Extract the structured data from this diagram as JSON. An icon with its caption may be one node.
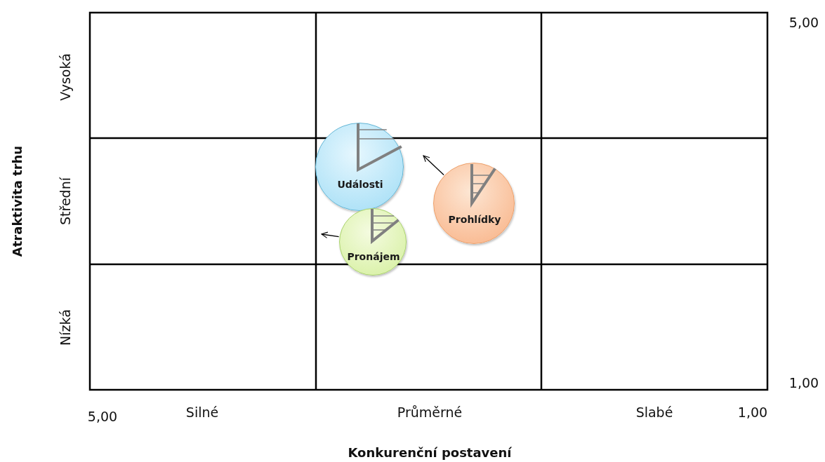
{
  "diagram": {
    "nodes": [
      {
        "text": [
          "Události"
        ]
      },
      {
        "text": [
          "Prohlídky"
        ]
      },
      {
        "text": [
          "Pronájem"
        ]
      }
    ],
    "edges": [
      {
        "from": 1,
        "to": null,
        "arrow": "to"
      },
      {
        "from": 2,
        "to": null,
        "arrow": "to"
      }
    ],
    "labels": [
      "5,00",
      "Vysoká",
      "Střední",
      "Nízká",
      "1,00",
      "5,00",
      "Silné",
      "Průměrné",
      "Slabé",
      "1,00",
      "Atraktivita trhu",
      "Konkurenční postavení"
    ]
  }
}
